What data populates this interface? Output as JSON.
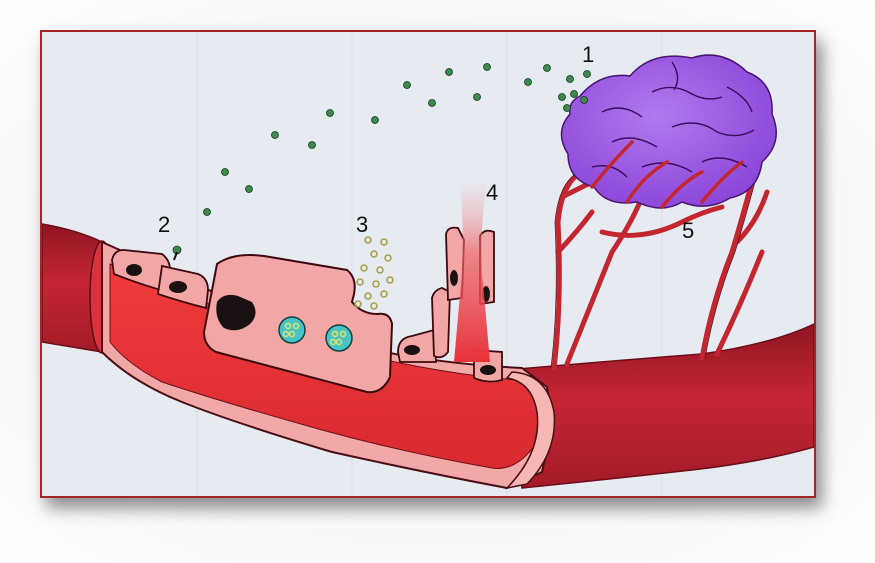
{
  "labels": {
    "l1": "1",
    "l2": "2",
    "l3": "3",
    "l4": "4",
    "l5": "5"
  },
  "colors": {
    "frame_border": "#a32626",
    "background": "#e6ebf2",
    "vessel_dark": "#b81e2e",
    "vessel_bright": "#e8323a",
    "endothelium": "#f2a6a6",
    "tumor": "#a15ce0",
    "cytokine_dot": "#3e8a4e",
    "granule_dot": "#a9a24a",
    "vesicle": "#48c4c4"
  }
}
